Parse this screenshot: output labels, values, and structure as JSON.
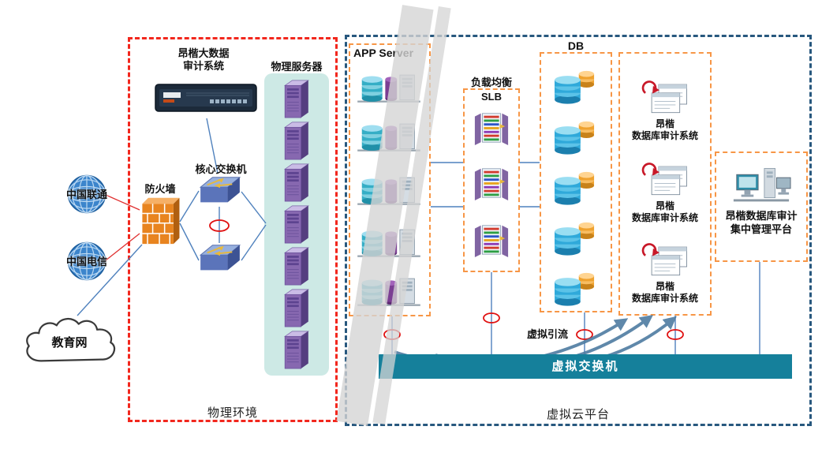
{
  "external": {
    "unicom_label": "中国联通",
    "telecom_label": "中国电信",
    "edu_label": "教育网"
  },
  "physical": {
    "zone_label": "物理环境",
    "bigdata_audit_line1": "昂楷大数据",
    "bigdata_audit_line2": "审计系统",
    "server_label": "物理服务器",
    "switch_label": "核心交换机",
    "firewall_label": "防火墙"
  },
  "cloud": {
    "zone_label": "虚拟云平台",
    "app_server_label": "APP Server",
    "lb_label": "负载均衡",
    "lb_sub_label": "SLB",
    "db_label": "DB",
    "audit_items": [
      {
        "line1": "昂楷",
        "line2": "数据库审计系统"
      },
      {
        "line1": "昂楷",
        "line2": "数据库审计系统"
      },
      {
        "line1": "昂楷",
        "line2": "数据库审计系统"
      }
    ],
    "mgmt_line1": "昂楷数据库审计",
    "mgmt_line2": "集中管理平台",
    "vswitch_label": "虚拟交换机",
    "traffic_label": "虚拟引流"
  },
  "counts": {
    "physical_servers": 7,
    "app_servers": 5,
    "slb_nodes": 3,
    "databases": 5,
    "audit_systems": 3
  },
  "colors": {
    "physical_zone_border": "#f2271d",
    "cloud_zone_border": "#28587e",
    "group_border": "#f79646",
    "virtual_switch_fill": "#15809b",
    "server_panel_fill": "#cde9e5",
    "server_tower": "#8768b0",
    "firewall": "#e8841f",
    "connector": "#4f81bd",
    "port_marker": "#e01010"
  },
  "icons": {
    "unicom": "globe-icon",
    "telecom": "globe-icon",
    "edu": "cloud-icon",
    "firewall": "brick-wall-icon",
    "core_switch": "switch-icon",
    "bigdata_appliance": "rack-appliance-icon",
    "physical_server": "server-tower-icon",
    "app_server": "app-server-icon",
    "slb": "load-balancer-icon",
    "db": "database-cylinder-icon",
    "audit": "audit-system-icon",
    "mgmt": "management-console-icon",
    "port_marker": "red-ellipse-marker",
    "traffic": "curved-arrow-icon"
  }
}
